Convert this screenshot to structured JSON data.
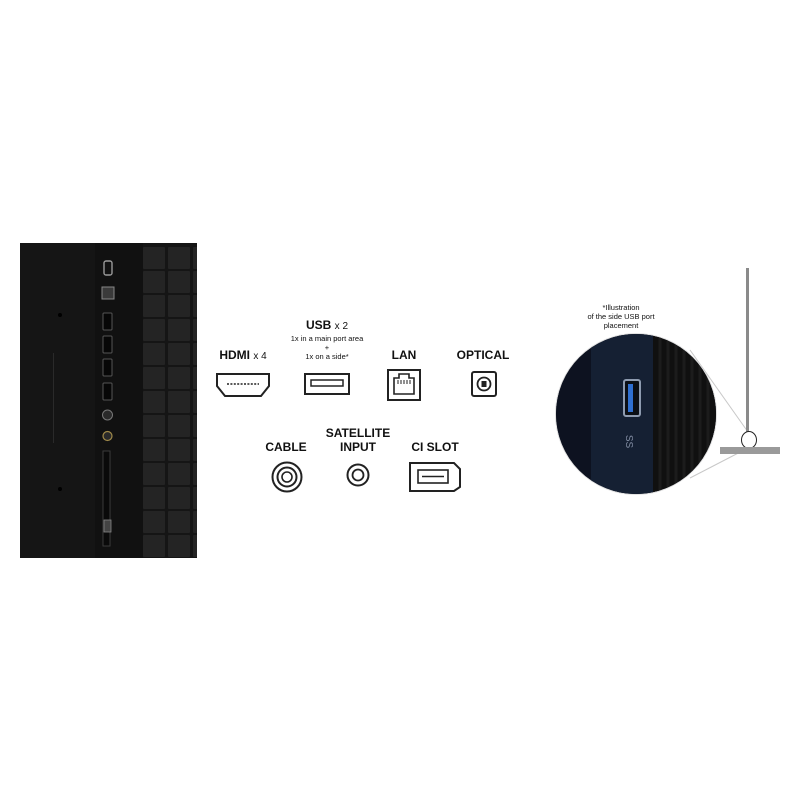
{
  "ports": {
    "hdmi": {
      "name": "HDMI",
      "count": "x 4",
      "icon": "hdmi-port-icon"
    },
    "usb": {
      "name": "USB",
      "count": "x 2",
      "note_line1": "1x in a main port area",
      "note_plus": "+",
      "note_line2": "1x on a side*",
      "icon": "usb-port-icon"
    },
    "lan": {
      "name": "LAN",
      "icon": "ethernet-port-icon"
    },
    "optical": {
      "name": "OPTICAL",
      "icon": "optical-port-icon"
    },
    "cable": {
      "name": "CABLE",
      "icon": "coax-port-icon"
    },
    "satellite": {
      "line1": "SATELLITE",
      "line2": "INPUT",
      "icon": "satellite-port-icon"
    },
    "ci": {
      "name": "CI SLOT",
      "icon": "ci-slot-icon"
    }
  },
  "side_illustration": {
    "line1": "*Illustration",
    "line2": "of the side USB port",
    "line3": "placement",
    "usb_logo": "SS"
  },
  "colors": {
    "panel": "#151515",
    "grid": "#242424",
    "inset_bg": "#0d1220",
    "icon_stroke": "#222222"
  }
}
